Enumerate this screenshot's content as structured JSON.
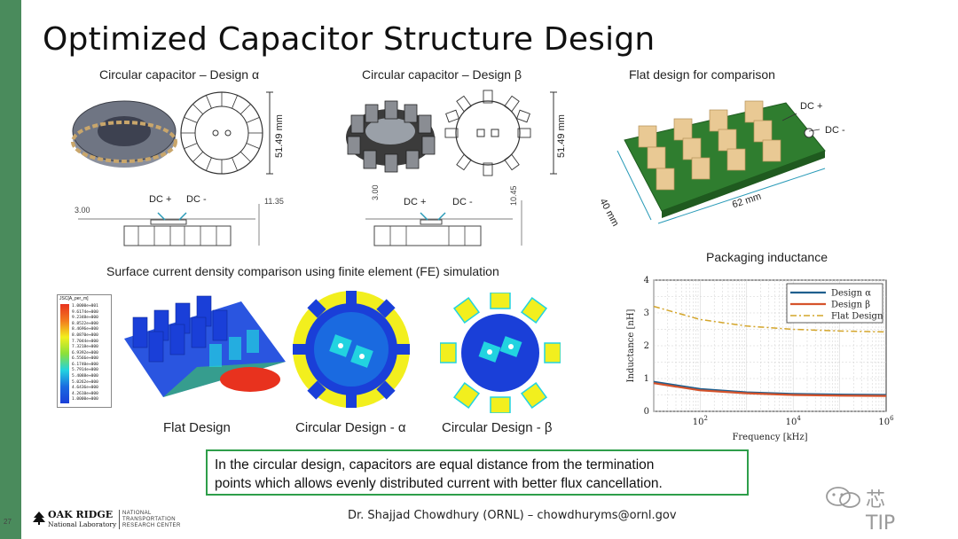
{
  "slide": {
    "title": "Optimized Capacitor Structure Design",
    "number": "27"
  },
  "designs": {
    "alpha": {
      "caption": "Circular capacitor – Design α",
      "diameter": "51.49 mm",
      "height_left": "3.00",
      "height_right": "11.35",
      "dc_plus": "DC +",
      "dc_minus": "DC -"
    },
    "beta": {
      "caption": "Circular capacitor – Design β",
      "diameter": "51.49 mm",
      "height_left": "3.00",
      "height_right": "10.45",
      "dc_plus": "DC +",
      "dc_minus": "DC -"
    },
    "flat": {
      "caption": "Flat design for comparison",
      "width": "62 mm",
      "depth": "40 mm",
      "dc_plus": "DC +",
      "dc_minus": "DC -"
    }
  },
  "fe_section": {
    "caption": "Surface current density comparison using finite element (FE) simulation",
    "legend_title": "JSC[A_per_m]",
    "legend_values": [
      "1.0000e+001",
      "9.6174e+000",
      "9.2348e+000",
      "8.8522e+000",
      "8.4696e+000",
      "8.0870e+000",
      "7.7044e+000",
      "7.3218e+000",
      "6.9392e+000",
      "6.5566e+000",
      "6.1740e+000",
      "5.7914e+000",
      "5.4088e+000",
      "5.0262e+000",
      "4.6436e+000",
      "4.2610e+000",
      "1.0000e+000"
    ],
    "labels": [
      "Flat Design",
      "Circular Design - α",
      "Circular Design - β"
    ],
    "colors": {
      "blue": "#1a3fd8",
      "cyan": "#22d3e0",
      "yellow": "#f2ef1e",
      "red": "#e8321e",
      "green": "#3fd84a"
    }
  },
  "inductance_chart": {
    "section_title": "Packaging inductance",
    "chart_data": {
      "type": "line",
      "title": "Packaging inductance",
      "xlabel": "Frequency [kHz]",
      "ylabel": "Inductance [nH]",
      "xscale": "log",
      "xlim": [
        10,
        1000000
      ],
      "ylim": [
        0,
        4
      ],
      "x_tick_labels": [
        "10^2",
        "10^4",
        "10^6"
      ],
      "y_tick_labels": [
        "0",
        "1",
        "2",
        "3",
        "4"
      ],
      "grid": true,
      "legend": "top-right",
      "series": [
        {
          "name": "Design α",
          "color": "#1f5f8e",
          "style": "solid",
          "x": [
            10,
            100,
            1000,
            10000,
            100000,
            1000000
          ],
          "y": [
            0.9,
            0.68,
            0.58,
            0.53,
            0.51,
            0.5
          ]
        },
        {
          "name": "Design β",
          "color": "#d5532b",
          "style": "solid",
          "x": [
            10,
            100,
            1000,
            10000,
            100000,
            1000000
          ],
          "y": [
            0.86,
            0.64,
            0.55,
            0.5,
            0.48,
            0.47
          ]
        },
        {
          "name": "Flat Design",
          "color": "#d4a52a",
          "style": "dashdot",
          "x": [
            10,
            100,
            1000,
            10000,
            100000,
            1000000
          ],
          "y": [
            3.2,
            2.8,
            2.6,
            2.5,
            2.45,
            2.42
          ]
        }
      ]
    }
  },
  "callout": {
    "line1": "In the circular design, capacitors are equal distance from the termination",
    "line2": "points which allows evenly distributed current with better flux cancellation."
  },
  "footer": {
    "presenter": "Dr. Shajjad Chowdhury (ORNL) – chowdhuryms@ornl.gov",
    "logo_text_1": "OAK RIDGE",
    "logo_text_2": "National Laboratory",
    "ntrc_1": "NATIONAL",
    "ntrc_2": "TRANSPORTATION",
    "ntrc_3": "RESEARCH CENTER",
    "watermark": "芯TIP"
  }
}
